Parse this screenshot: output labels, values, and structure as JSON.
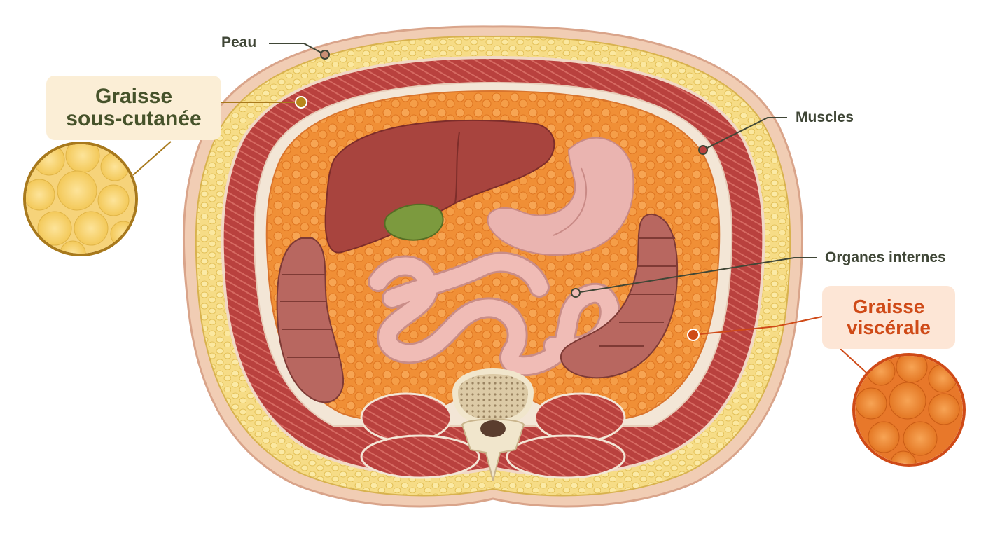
{
  "labels": {
    "skin": "Peau",
    "subcutaneous_fat_line1": "Graisse",
    "subcutaneous_fat_line2": "sous-cutanée",
    "muscles": "Muscles",
    "internal_organs": "Organes internes",
    "visceral_fat_line1": "Graisse",
    "visceral_fat_line2": "viscérale"
  },
  "colors": {
    "skin": "#f1cdb4",
    "subcutaneous_fat": "#f7df8a",
    "muscle": "#b8403d",
    "visceral_fat": "#f0913a",
    "liver": "#a8443e",
    "stomach": "#eab4b0",
    "intestine": "#eeb2ad",
    "colon": "#b86760",
    "gallbladder": "#7c9a3e",
    "bone": "#f1e6cc",
    "label_text": "#3f4636",
    "subcutaneous_accent": "#a8791c",
    "visceral_accent": "#cf4a17"
  }
}
